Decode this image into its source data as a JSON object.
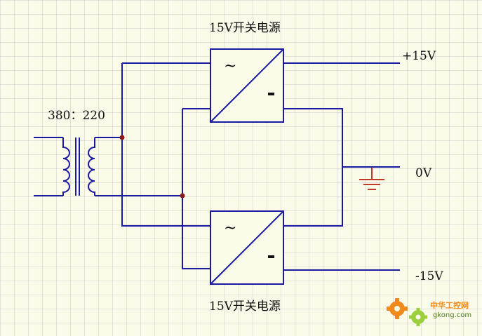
{
  "diagram": {
    "title_top": "15V开关电源",
    "title_bottom": "15V开关电源",
    "transformer_ratio": "380：220",
    "output_positive": "+15V",
    "output_zero": "0V",
    "output_negative": "-15V",
    "psu_ac_symbol": "~",
    "psu_dc_symbol": "-"
  },
  "watermark": {
    "brand_cn": "中华工控网",
    "brand_url": "gkong.com"
  },
  "colors": {
    "wire": "#1a1aa0",
    "ground": "#c0392b",
    "junction": "#8b1a1a",
    "grid": "#c8c8c8",
    "background": "#fbfbe9",
    "watermark_orange": "#f08a1c"
  }
}
